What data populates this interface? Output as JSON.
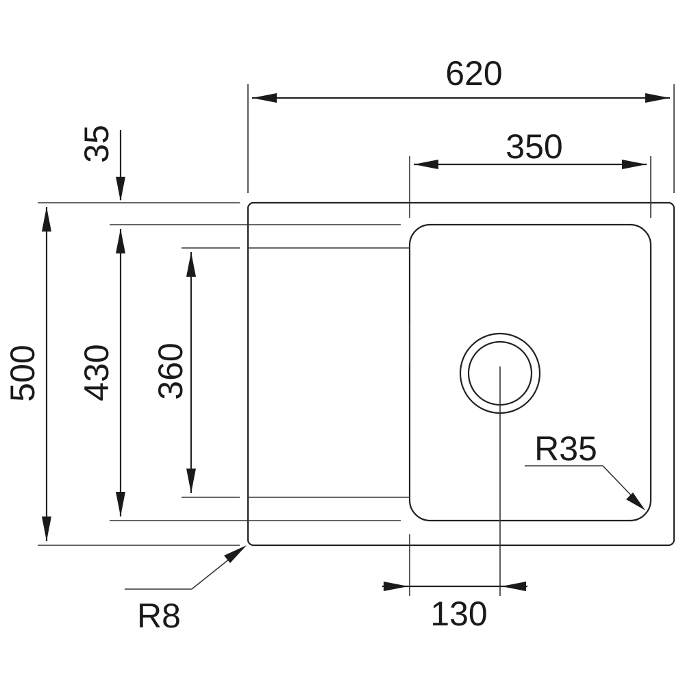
{
  "dimensions": {
    "total_width": "620",
    "bowl_width": "350",
    "total_depth": "500",
    "inner_depth": "430",
    "drainer_depth": "360",
    "rim_offset": "35",
    "drain_offset": "130",
    "corner_radius_outer": "R8",
    "corner_radius_bowl": "R35"
  },
  "colors": {
    "line": "#222222",
    "background": "#ffffff"
  }
}
